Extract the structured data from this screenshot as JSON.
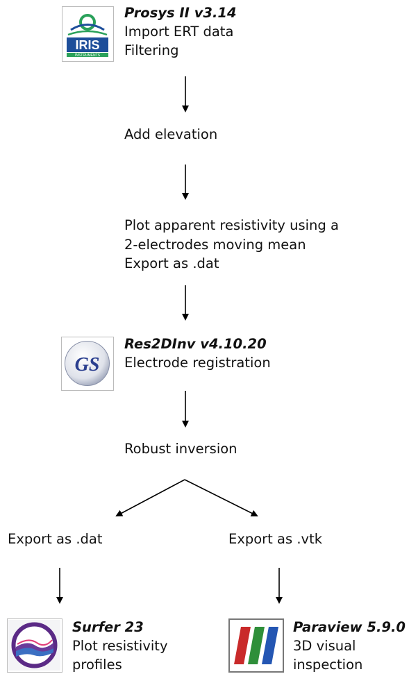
{
  "prosys": {
    "title": "Prosys II v3.14",
    "lines": [
      "Import ERT data",
      "Filtering"
    ],
    "logo": {
      "letters": "IRIS",
      "sub": "INSTRUMENTS",
      "color_blue": "#1d4e9a",
      "color_green": "#2aa15a"
    }
  },
  "step_elevation": "Add elevation",
  "step_plot": [
    "Plot apparent resistivity using a",
    "2-electrodes moving mean",
    "Export as .dat"
  ],
  "res2dinv": {
    "title": "Res2DInv v4.10.20",
    "lines": [
      "Electrode registration"
    ],
    "logo": {
      "letters": "GS",
      "color": "#2b3f8f"
    }
  },
  "step_robust": "Robust inversion",
  "export_dat": "Export as .dat",
  "export_vtk": "Export as .vtk",
  "surfer": {
    "title": "Surfer 23",
    "lines": [
      "Plot resistivity",
      "profiles"
    ],
    "logo": {
      "color_ring": "#5b2a86"
    }
  },
  "paraview": {
    "title": "Paraview 5.9.0",
    "lines": [
      "3D visual",
      "inspection"
    ],
    "logo": {
      "colors": [
        "#c92a2a",
        "#2f8f3a",
        "#2456b3"
      ]
    }
  }
}
